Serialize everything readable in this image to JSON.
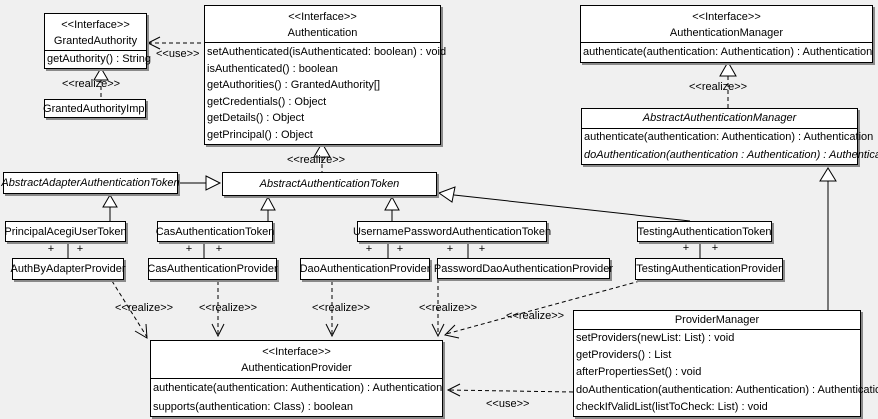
{
  "labels": {
    "use": "<<use>>",
    "realize": "<<realize>>",
    "plus": "+"
  },
  "colors": {
    "background": "#f0f0f0",
    "box_fill": "#ffffff",
    "box_border": "#000000",
    "shadow": "#8a8a8a"
  },
  "classes": {
    "granted_authority": {
      "stereotype": "<<Interface>>",
      "name": "GrantedAuthority",
      "methods": [
        "getAuthority() : String"
      ]
    },
    "granted_authority_impl": {
      "name": "GrantedAuthorityImpl"
    },
    "authentication": {
      "stereotype": "<<Interface>>",
      "name": "Authentication",
      "methods": [
        "setAuthenticated(isAuthenticated: boolean) : void",
        "isAuthenticated() : boolean",
        "getAuthorities() : GrantedAuthority[]",
        "getCredentials() : Object",
        "getDetails() : Object",
        "getPrincipal() : Object"
      ]
    },
    "authentication_manager": {
      "stereotype": "<<Interface>>",
      "name": "AuthenticationManager",
      "methods": [
        "authenticate(authentication: Authentication) : Authentication"
      ]
    },
    "abstract_authentication_manager": {
      "name": "AbstractAuthenticationManager",
      "methods": [
        "authenticate(authentication: Authentication) : Authentication",
        "doAuthentication(authentication : Authentication) : Authentication"
      ]
    },
    "abstract_adapter_authentication_token": {
      "name": "AbstractAdapterAuthenticationToken"
    },
    "abstract_authentication_token": {
      "name": "AbstractAuthenticationToken"
    },
    "principal_acegi_user_token": {
      "name": "PrincipalAcegiUserToken"
    },
    "cas_authentication_token": {
      "name": "CasAuthenticationToken"
    },
    "username_password_authentication_token": {
      "name": "UsernamePasswordAuthenticationToken"
    },
    "testing_authentication_token": {
      "name": "TestingAuthenticationToken"
    },
    "auth_by_adapter_provider": {
      "name": "AuthByAdapterProvider"
    },
    "cas_authentication_provider": {
      "name": "CasAuthenticationProvider"
    },
    "dao_authentication_provider": {
      "name": "DaoAuthenticationProvider"
    },
    "password_dao_authentication_provider": {
      "name": "PasswordDaoAuthenticationProvider"
    },
    "testing_authentication_provider": {
      "name": "TestingAuthenticationProvider"
    },
    "authentication_provider": {
      "stereotype": "<<Interface>>",
      "name": "AuthenticationProvider",
      "methods": [
        "authenticate(authentication: Authentication) : Authentication",
        "supports(authentication: Class) : boolean"
      ]
    },
    "provider_manager": {
      "name": "ProviderManager",
      "methods": [
        "setProviders(newList: List) : void",
        "getProviders() : List",
        "afterPropertiesSet() : void",
        "doAuthentication(authentication: Authentication) : Authentication",
        "checkIfValidList(listToCheck: List) : void"
      ]
    }
  }
}
